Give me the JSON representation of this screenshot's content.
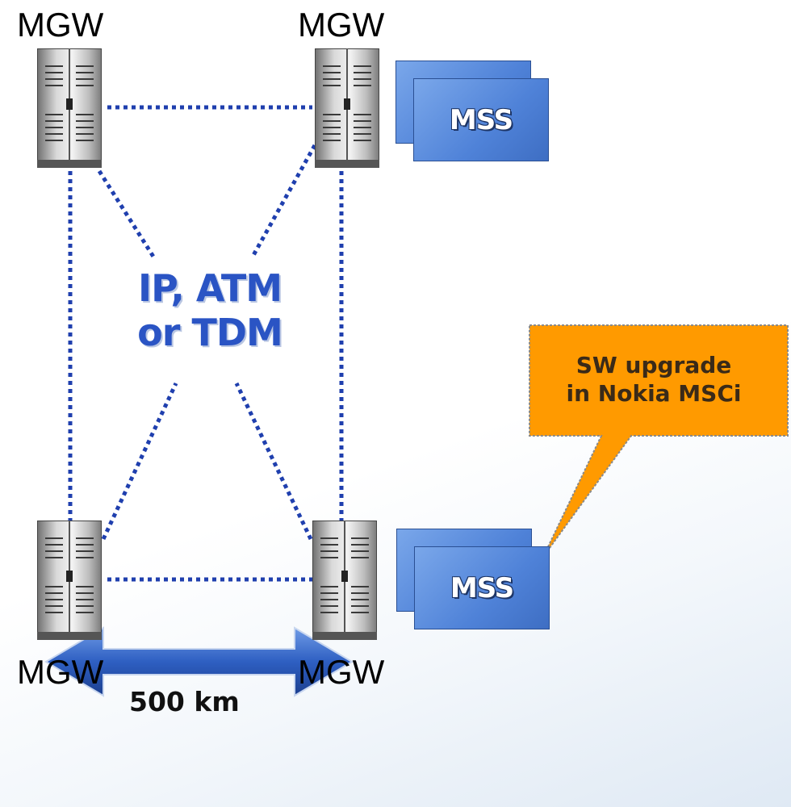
{
  "nodes": {
    "mgw_top_left": "MGW",
    "mgw_top_right": "MGW",
    "mgw_bottom_left": "MGW",
    "mgw_bottom_right": "MGW",
    "mss_top": "MSS",
    "mss_bottom": "MSS"
  },
  "network": {
    "line1": "IP, ATM",
    "line2": "or TDM"
  },
  "callout": {
    "line1": "SW upgrade",
    "line2": "in Nokia MSCi"
  },
  "distance": "500 km",
  "colors": {
    "dotted_link": "#1f3fae",
    "mss_fill": "#5b8ddf",
    "network_text": "#2a54c4",
    "callout_fill": "#ff9a00",
    "arrow_fill": "#2e5fc2"
  }
}
